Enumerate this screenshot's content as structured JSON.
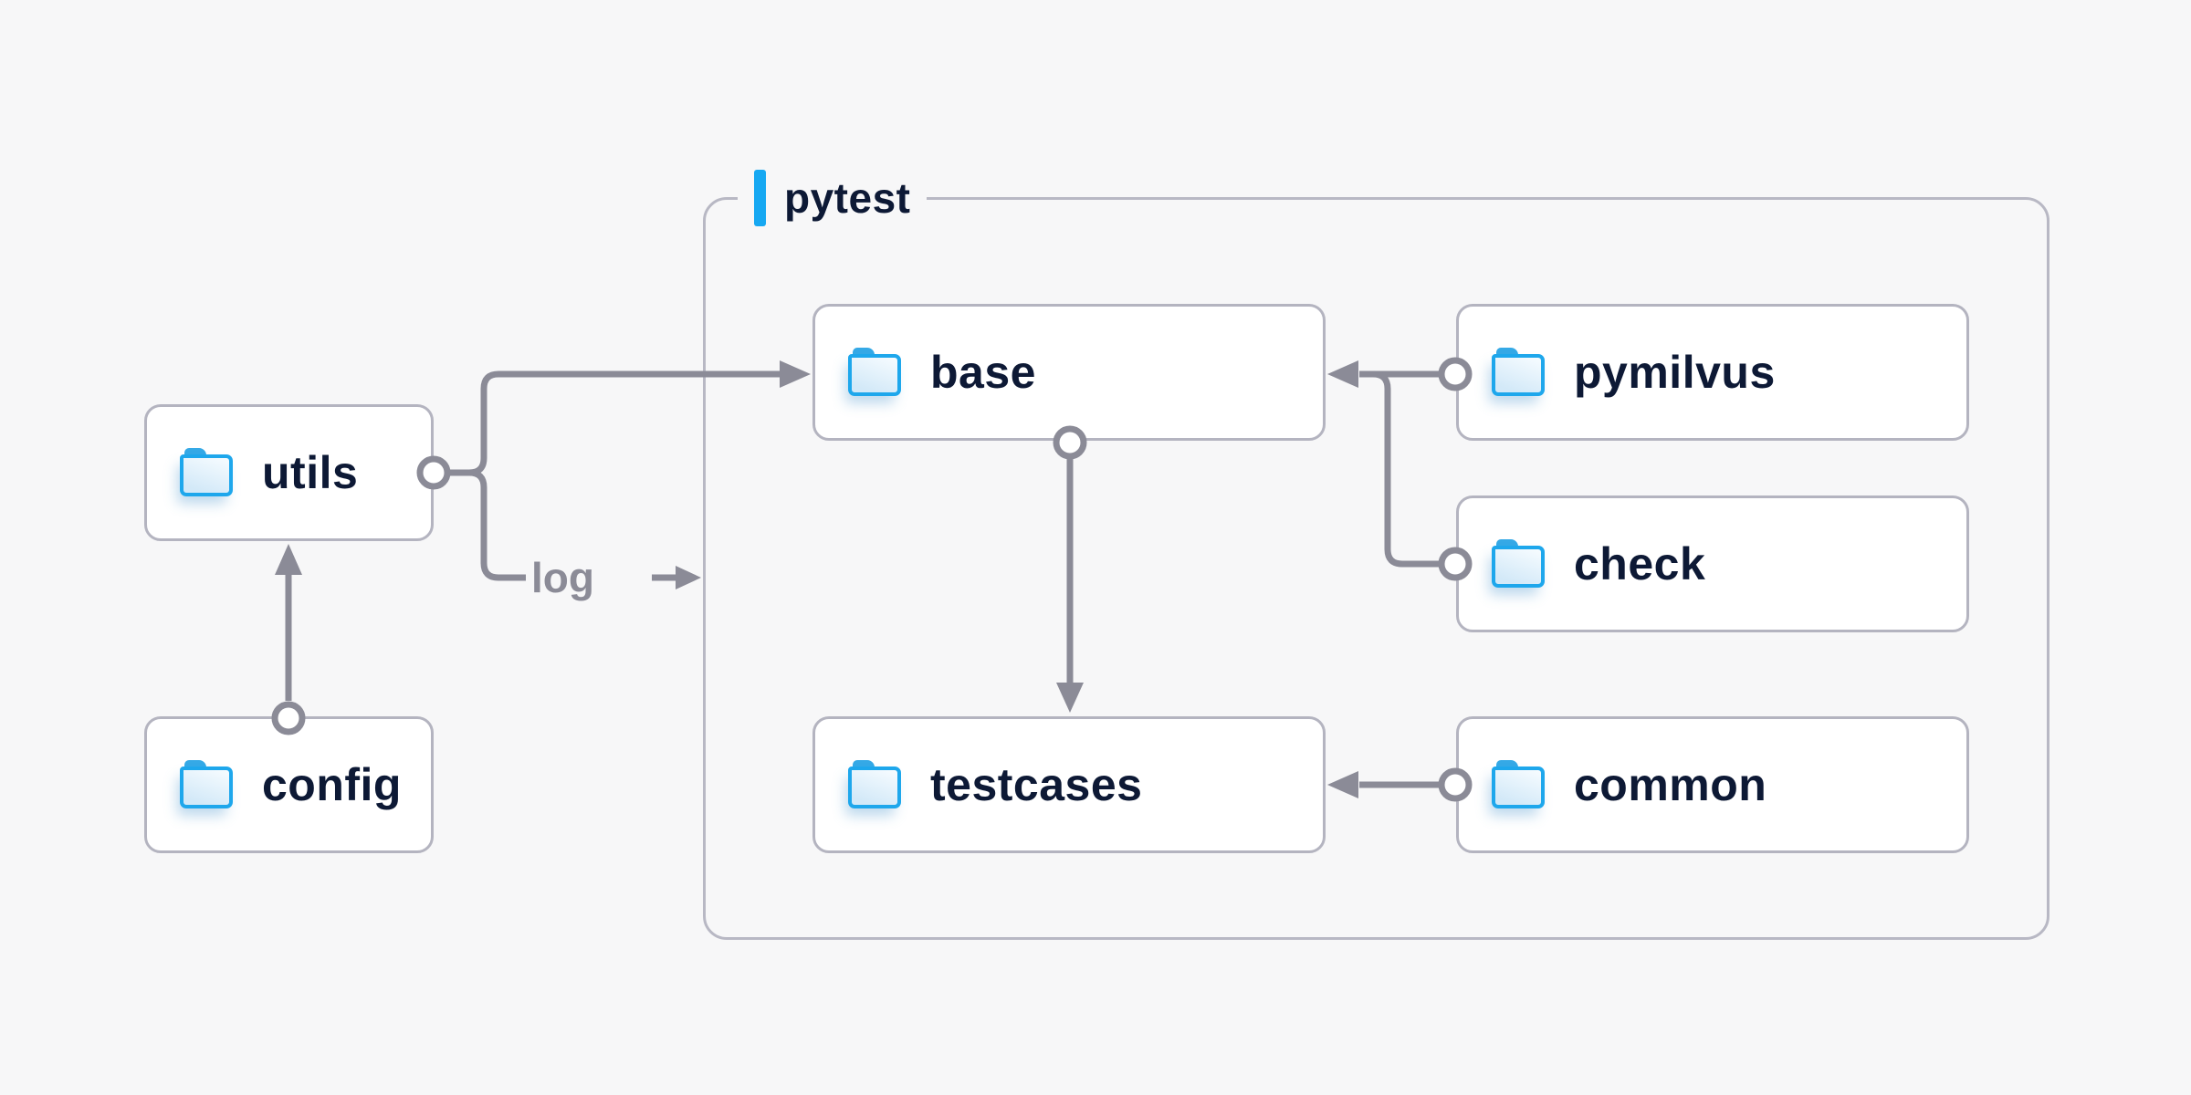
{
  "colors": {
    "background": "#f7f7f8",
    "node_fill": "#ffffff",
    "node_border": "#b4b4c0",
    "group_border": "#b8b8c4",
    "connector": "#8b8b97",
    "label_text": "#0d1935",
    "muted_text": "#8b8b97",
    "accent_blue": "#16a8f2",
    "folder_border": "#1ea7ec",
    "folder_tab": "#35a9e6"
  },
  "group": {
    "label": "pytest"
  },
  "nodes": [
    {
      "id": "utils",
      "label": "utils",
      "icon": "folder-icon"
    },
    {
      "id": "config",
      "label": "config",
      "icon": "folder-icon"
    },
    {
      "id": "base",
      "label": "base",
      "icon": "folder-icon"
    },
    {
      "id": "pymilvus",
      "label": "pymilvus",
      "icon": "folder-icon"
    },
    {
      "id": "check",
      "label": "check",
      "icon": "folder-icon"
    },
    {
      "id": "testcases",
      "label": "testcases",
      "icon": "folder-icon"
    },
    {
      "id": "common",
      "label": "common",
      "icon": "folder-icon"
    }
  ],
  "edge_label": {
    "text": "log"
  },
  "edges": [
    {
      "from": "config",
      "to": "utils",
      "style": "circle-origin-arrow"
    },
    {
      "from": "utils",
      "to": "base",
      "style": "circle-origin-arrow"
    },
    {
      "from": "utils",
      "to": "log",
      "style": "labeled-arrow-into-group"
    },
    {
      "from": "pymilvus",
      "to": "base",
      "style": "circle-origin-arrow"
    },
    {
      "from": "check",
      "to": "base",
      "style": "circle-origin-arrow-merged"
    },
    {
      "from": "base",
      "to": "testcases",
      "style": "circle-origin-arrow"
    },
    {
      "from": "common",
      "to": "testcases",
      "style": "circle-origin-arrow"
    }
  ]
}
